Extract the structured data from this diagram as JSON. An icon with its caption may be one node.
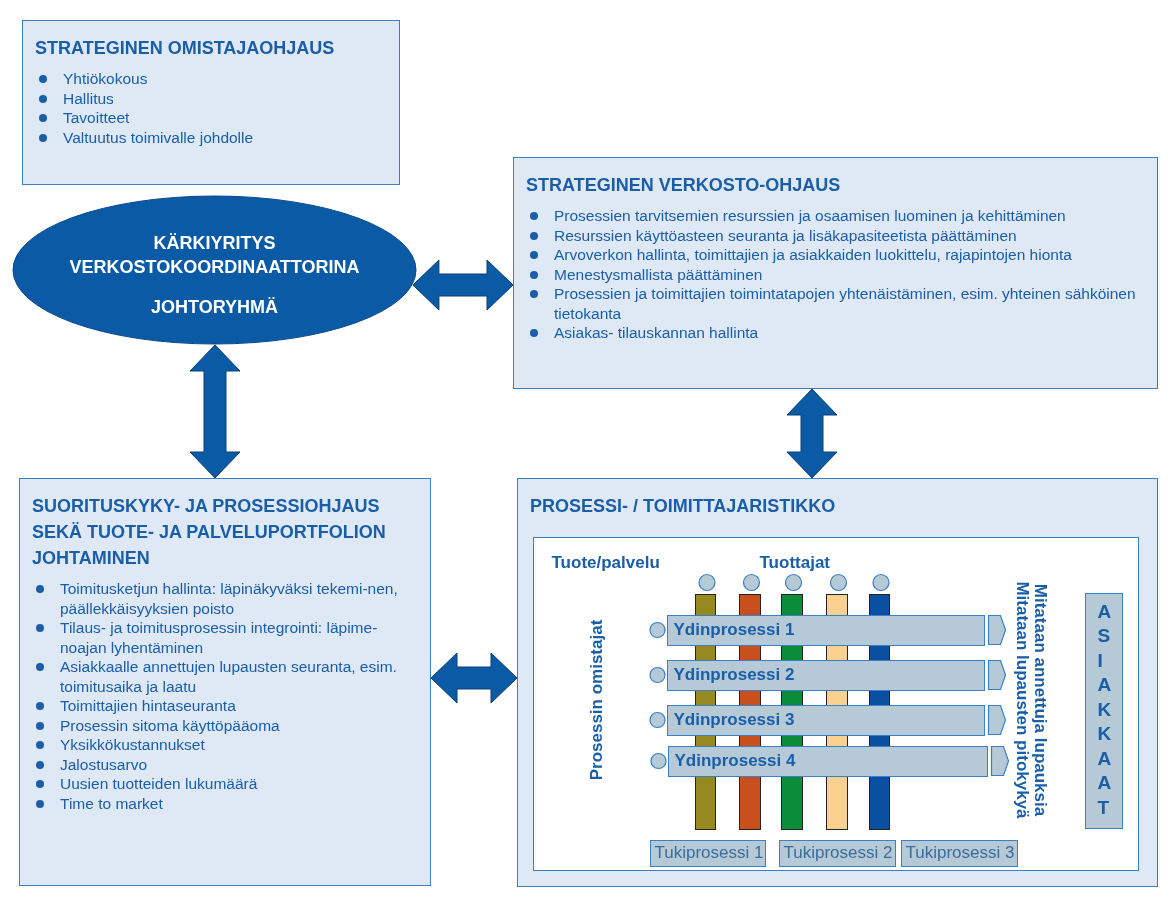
{
  "diagram": {
    "nodes": [
      {
        "text": [
          "STRATEGINEN OMISTAJAOHJAUS",
          "Yhtiökokous",
          "Hallitus",
          "Tavoitteet",
          "Valtuutus toimivalle johdolle"
        ]
      },
      {
        "text": [
          "KÄRKIYRITYS VERKOSTOKOORDINAATTORINA",
          "JOHTORYHMÄ"
        ]
      },
      {
        "text": [
          "STRATEGINEN VERKOSTO-OHJAUS",
          "Prosessien tarvitsemien resurssien ja osaamisen luominen ja kehittäminen",
          "Resurssien käyttöasteen seuranta ja lisäkapasiteetista päättäminen",
          "Arvoverkon hallinta, toimittajien ja asiakkaiden luokittelu, rajapintojen hionta",
          "Menestysmallista päättäminen",
          "Prosessien ja toimittajien toimintatapojen yhtenäistäminen, esim. yhteinen sähköinen tietokanta",
          "Asiakas- tilauskannan hallinta"
        ]
      },
      {
        "text": [
          "SUORITUSKYKY- JA PROSESSIOHJAUS SEKÄ TUOTE- JA PALVELUPORTFOLION JOHTAMINEN",
          "Toimitusketjun hallinta: läpinäkyväksi tekemi-nen, päällekkäisyyksien poisto",
          "Tilaus- ja toimitusprosessin integrointi: läpime-noajan lyhentäminen",
          "Asiakkaalle annettujen lupausten seuranta, esim. toimitusaika ja laatu",
          "Toimittajien hintaseuranta",
          "Prosessin sitoma käyttöpääoma",
          "Yksikkökustannukset",
          "Jalostusarvo",
          "Uusien tuotteiden lukumäärä",
          "Time to market"
        ]
      },
      {
        "text": [
          "PROSESSI- / TOIMITTAJARISTIKKO"
        ]
      },
      {
        "text": [],
        "shape": "bar",
        "in": 4
      },
      {
        "text": [],
        "shape": "bar",
        "in": 4
      },
      {
        "text": [],
        "shape": "bar",
        "in": 4
      },
      {
        "text": [],
        "shape": "bar",
        "in": 4
      },
      {
        "text": [],
        "shape": "bar",
        "in": 4
      },
      {
        "text": [
          "Ydinprosessi 1"
        ],
        "in": 4
      },
      {
        "text": [
          "Ydinprosessi 2"
        ],
        "in": 4
      },
      {
        "text": [
          "Ydinprosessi 3"
        ],
        "in": 4
      },
      {
        "text": [
          "Ydinprosessi 4"
        ],
        "in": 4
      },
      {
        "text": [
          "Tukiprosessi 1"
        ],
        "in": 4
      },
      {
        "text": [
          "Tukiprosessi 2"
        ],
        "in": 4
      },
      {
        "text": [
          "Tukiprosessi 3"
        ],
        "in": 4
      },
      {
        "text": [
          "ASIAKKAAT"
        ],
        "in": 4
      }
    ],
    "edges": [
      {
        "from": 1,
        "to": 2,
        "arrow": "both"
      },
      {
        "from": 1,
        "to": 3,
        "arrow": "both"
      },
      {
        "from": 2,
        "to": 4,
        "arrow": "both"
      },
      {
        "from": 3,
        "to": 4,
        "arrow": "both"
      }
    ],
    "labels": [
      "Tuote/palvelu",
      "Tuottajat",
      "Prosessin omistajat",
      "Mitataan annettuja lupauksia",
      "Mitataan lupausten pitokykyä"
    ]
  }
}
